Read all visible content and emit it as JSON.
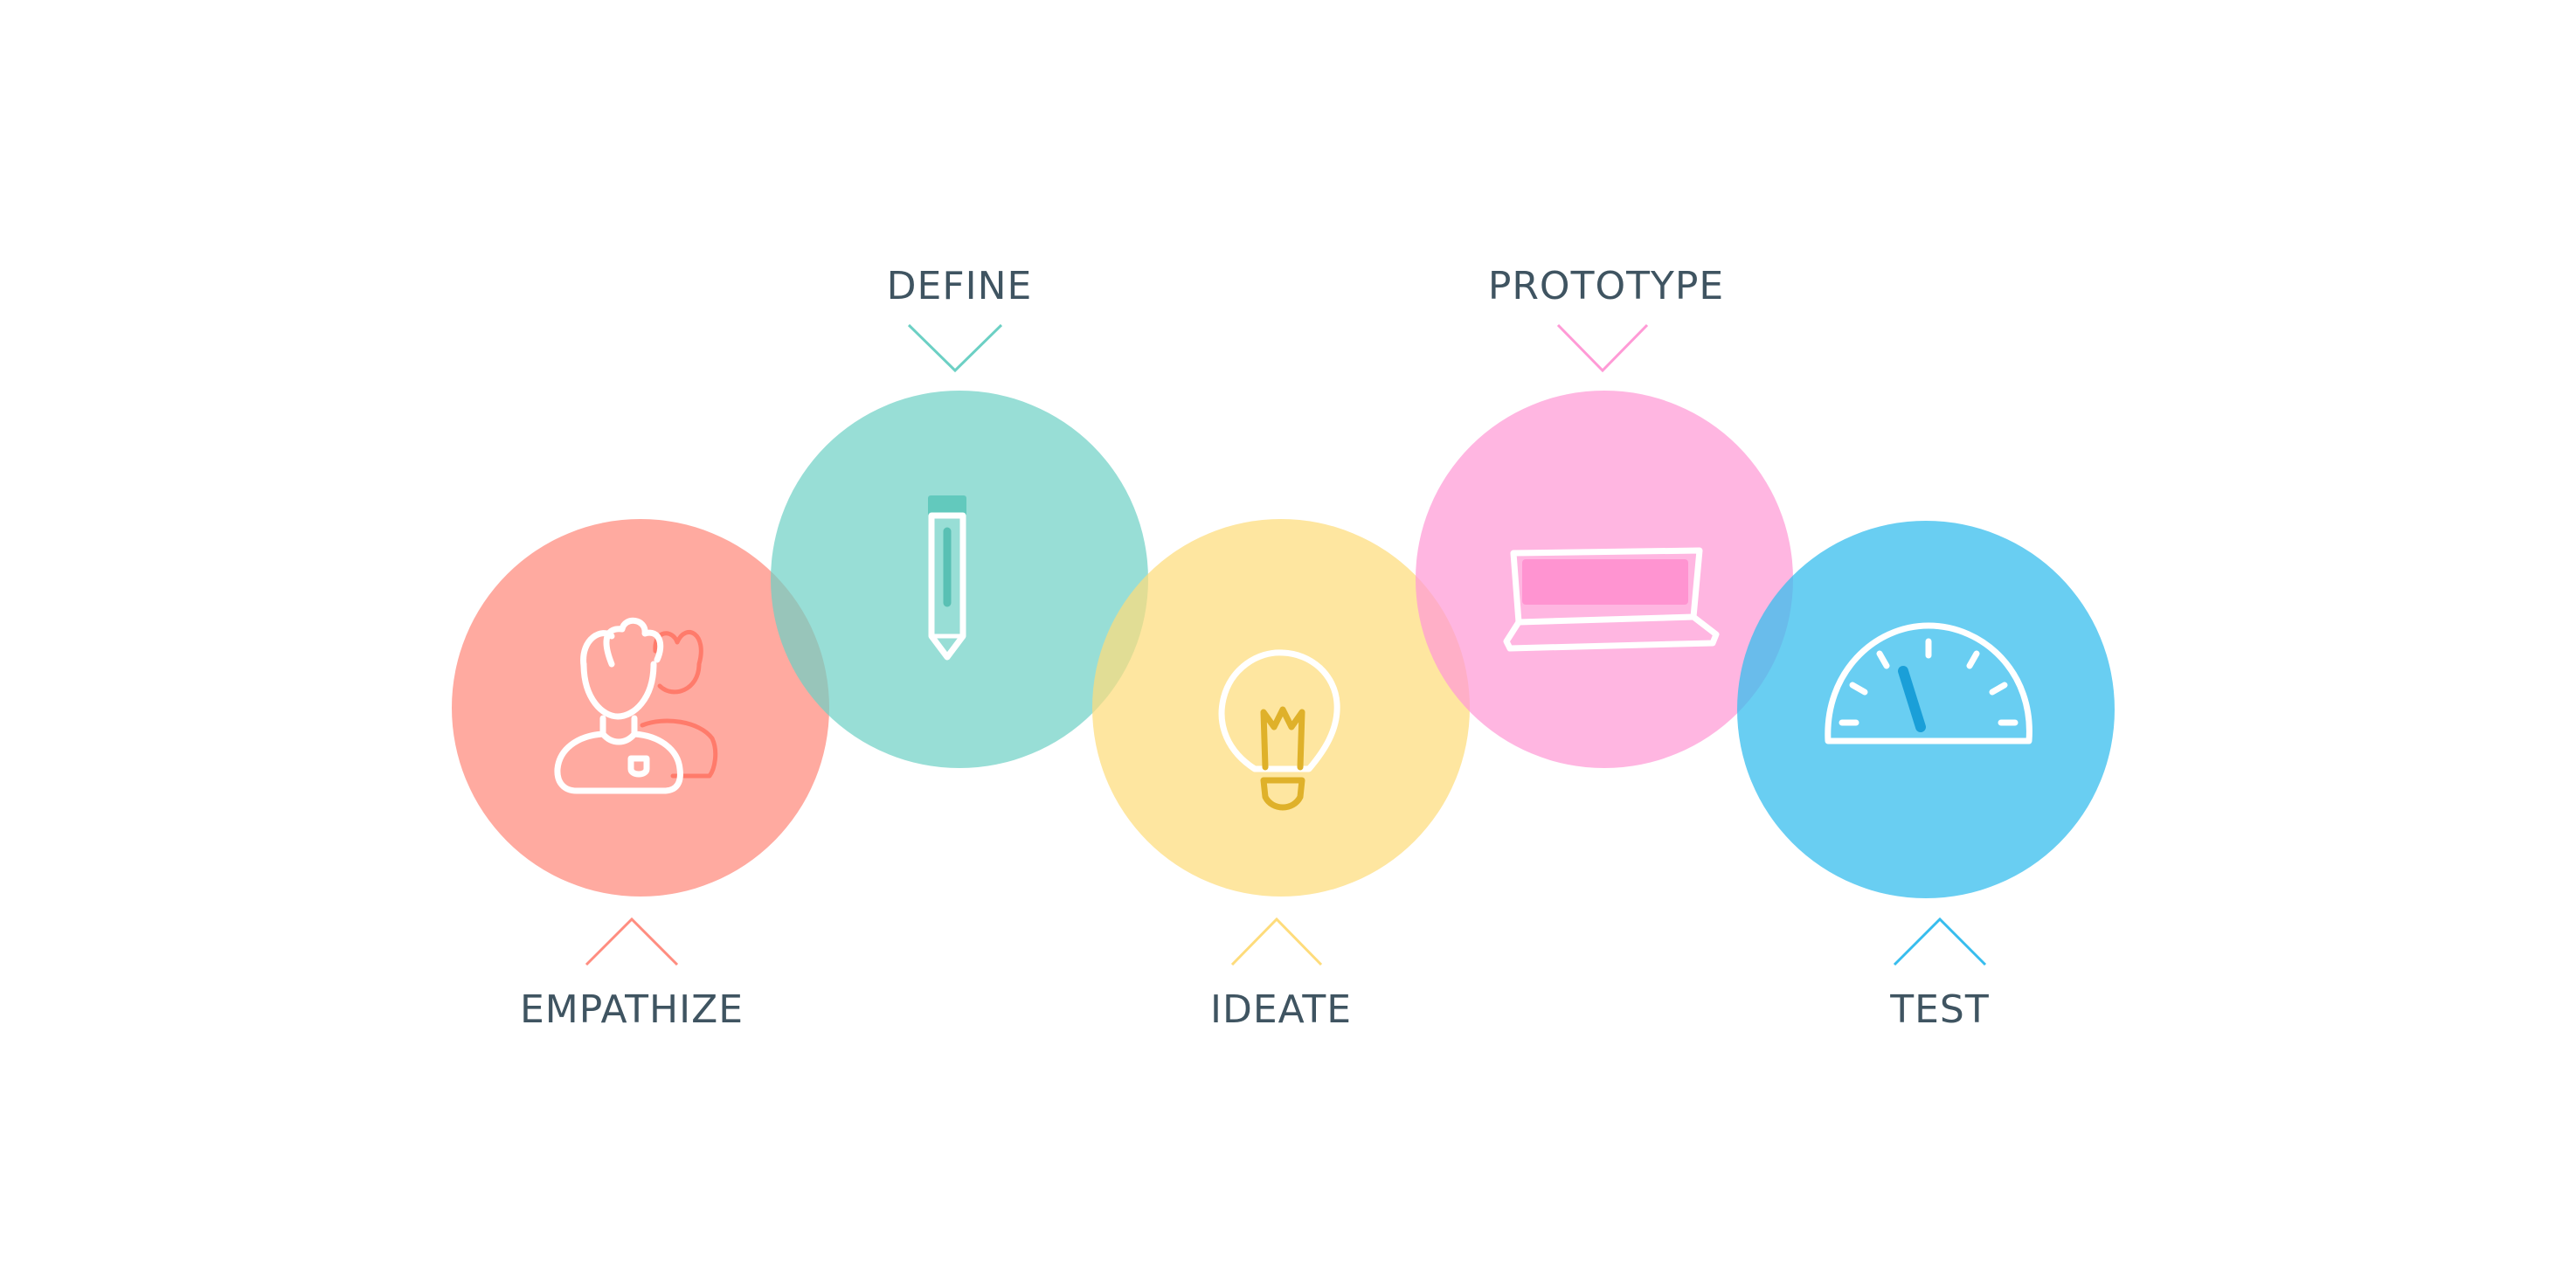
{
  "diagram": {
    "stages": [
      {
        "id": "empathize",
        "label": "EMPATHIZE",
        "color": "#ff8d80",
        "icon": "person-icon"
      },
      {
        "id": "define",
        "label": "DEFINE",
        "color": "#6cd0c4",
        "icon": "pencil-icon"
      },
      {
        "id": "ideate",
        "label": "IDEATE",
        "color": "#fedc7b",
        "icon": "lightbulb-icon"
      },
      {
        "id": "prototype",
        "label": "PROTOTYPE",
        "color": "#ff9ad6",
        "icon": "laptop-icon"
      },
      {
        "id": "test",
        "label": "TEST",
        "color": "#37bdee",
        "icon": "gauge-icon"
      }
    ],
    "label_color": "#3f5461"
  }
}
